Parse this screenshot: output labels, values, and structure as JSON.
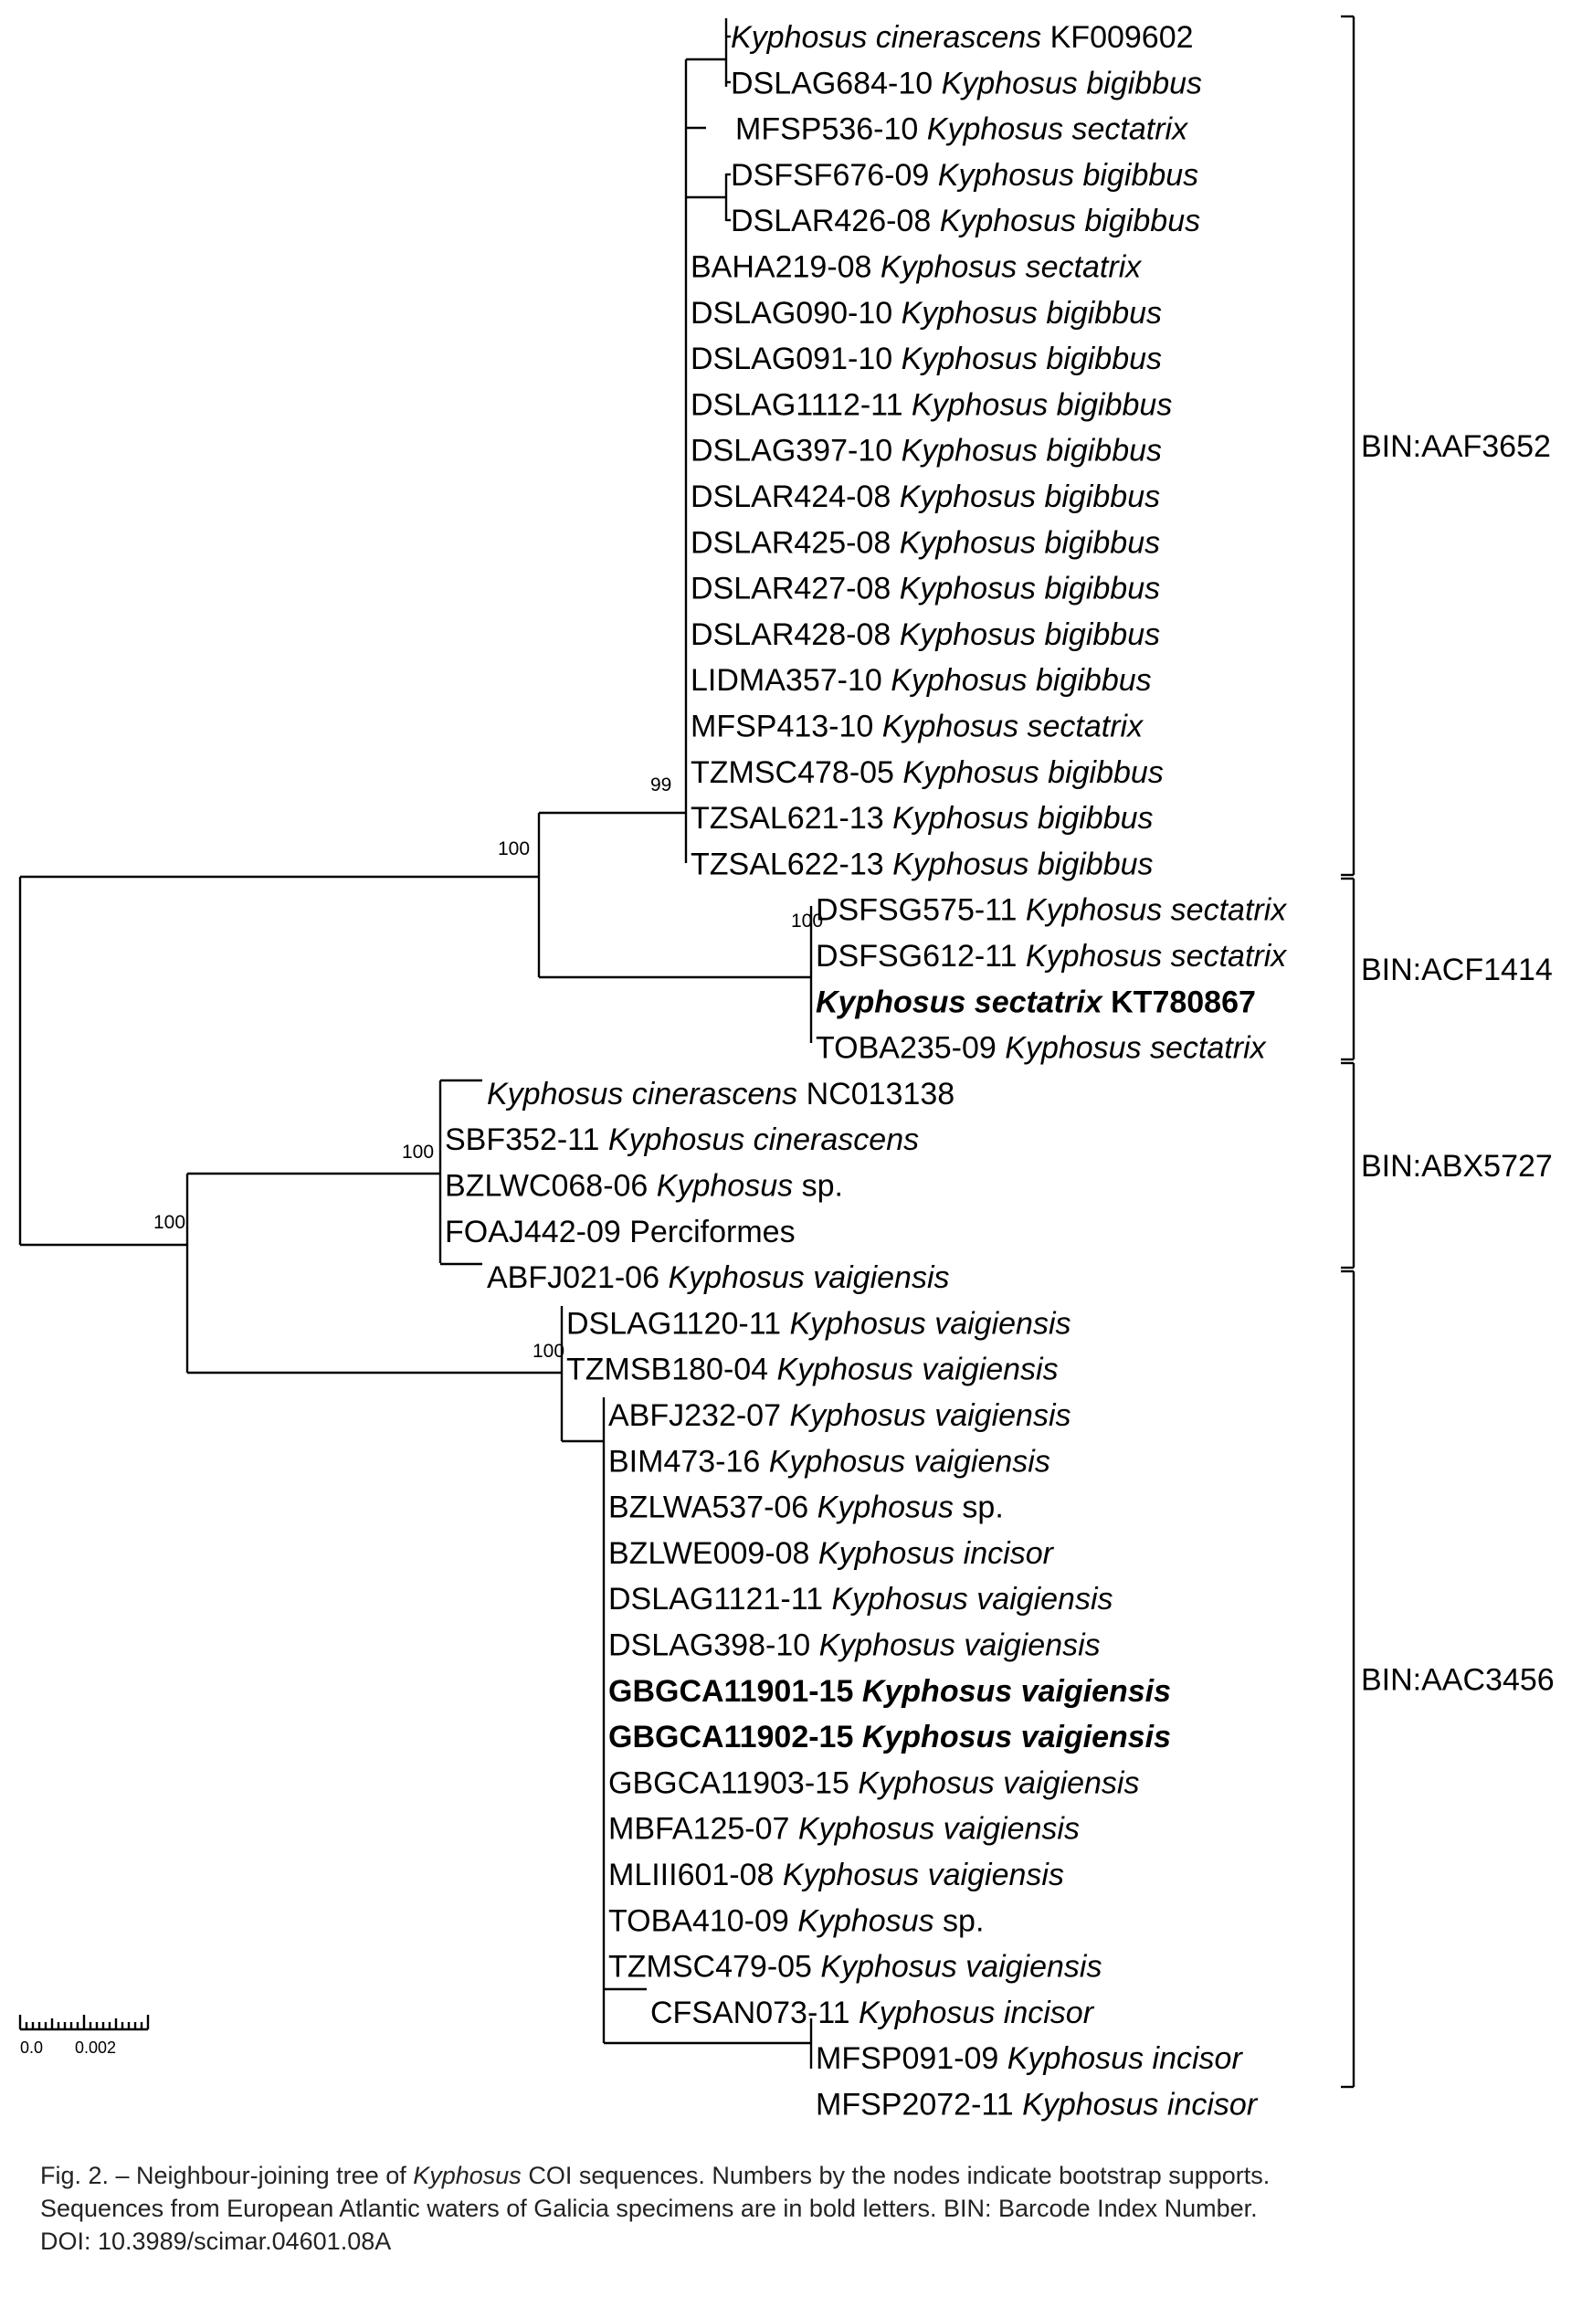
{
  "tree": {
    "leaves": [
      {
        "name": "cinKF",
        "parts": [
          {
            "t": "Kyphosus cinerascens",
            "i": true
          },
          {
            "t": " KF009602"
          }
        ]
      },
      {
        "name": "DSLAG684",
        "parts": [
          {
            "t": "DSLAG684-10 "
          },
          {
            "t": "Kyphosus bigibbus",
            "i": true
          }
        ]
      },
      {
        "name": "MFSP536",
        "parts": [
          {
            "t": "MFSP536-10 "
          },
          {
            "t": "Kyphosus sectatrix",
            "i": true
          }
        ]
      },
      {
        "name": "DSFSF676",
        "parts": [
          {
            "t": "DSFSF676-09 "
          },
          {
            "t": "Kyphosus bigibbus",
            "i": true
          }
        ]
      },
      {
        "name": "DSLAR426",
        "parts": [
          {
            "t": "DSLAR426-08 "
          },
          {
            "t": "Kyphosus bigibbus",
            "i": true
          }
        ]
      },
      {
        "name": "BAHA219",
        "parts": [
          {
            "t": "BAHA219-08 "
          },
          {
            "t": "Kyphosus sectatrix",
            "i": true
          }
        ]
      },
      {
        "name": "DSLAG090",
        "parts": [
          {
            "t": "DSLAG090-10 "
          },
          {
            "t": "Kyphosus bigibbus",
            "i": true
          }
        ]
      },
      {
        "name": "DSLAG091",
        "parts": [
          {
            "t": "DSLAG091-10 "
          },
          {
            "t": "Kyphosus bigibbus",
            "i": true
          }
        ]
      },
      {
        "name": "DSLAG1112",
        "parts": [
          {
            "t": "DSLAG1112-11 "
          },
          {
            "t": "Kyphosus bigibbus",
            "i": true
          }
        ]
      },
      {
        "name": "DSLAG397",
        "parts": [
          {
            "t": "DSLAG397-10 "
          },
          {
            "t": "Kyphosus bigibbus",
            "i": true
          }
        ]
      },
      {
        "name": "DSLAR424",
        "parts": [
          {
            "t": "DSLAR424-08 "
          },
          {
            "t": "Kyphosus bigibbus",
            "i": true
          }
        ]
      },
      {
        "name": "DSLAR425",
        "parts": [
          {
            "t": "DSLAR425-08 "
          },
          {
            "t": "Kyphosus bigibbus",
            "i": true
          }
        ]
      },
      {
        "name": "DSLAR427",
        "parts": [
          {
            "t": "DSLAR427-08 "
          },
          {
            "t": "Kyphosus bigibbus",
            "i": true
          }
        ]
      },
      {
        "name": "DSLAR428",
        "parts": [
          {
            "t": "DSLAR428-08 "
          },
          {
            "t": "Kyphosus bigibbus",
            "i": true
          }
        ]
      },
      {
        "name": "LIDMA357",
        "parts": [
          {
            "t": "LIDMA357-10 "
          },
          {
            "t": "Kyphosus bigibbus",
            "i": true
          }
        ]
      },
      {
        "name": "MFSP413",
        "parts": [
          {
            "t": "MFSP413-10 "
          },
          {
            "t": "Kyphosus sectatrix",
            "i": true
          }
        ]
      },
      {
        "name": "TZMSC478",
        "parts": [
          {
            "t": "TZMSC478-05 "
          },
          {
            "t": "Kyphosus bigibbus",
            "i": true
          }
        ]
      },
      {
        "name": "TZSAL621",
        "parts": [
          {
            "t": "TZSAL621-13 "
          },
          {
            "t": "Kyphosus bigibbus",
            "i": true
          }
        ]
      },
      {
        "name": "TZSAL622",
        "parts": [
          {
            "t": "TZSAL622-13 "
          },
          {
            "t": "Kyphosus bigibbus",
            "i": true
          }
        ]
      },
      {
        "name": "DSFSG575",
        "parts": [
          {
            "t": "DSFSG575-11 "
          },
          {
            "t": "Kyphosus sectatrix",
            "i": true
          }
        ]
      },
      {
        "name": "DSFSG612",
        "parts": [
          {
            "t": "DSFSG612-11 "
          },
          {
            "t": "Kyphosus sectatrix",
            "i": true
          }
        ]
      },
      {
        "name": "KT780867",
        "bold": true,
        "parts": [
          {
            "t": "Kyphosus sectatrix",
            "i": true
          },
          {
            "t": " KT780867"
          }
        ]
      },
      {
        "name": "TOBA235",
        "parts": [
          {
            "t": "TOBA235-09 "
          },
          {
            "t": "Kyphosus sectatrix",
            "i": true
          }
        ]
      },
      {
        "name": "cinNC",
        "parts": [
          {
            "t": "Kyphosus cinerascens",
            "i": true
          },
          {
            "t": " NC013138"
          }
        ]
      },
      {
        "name": "SBF352",
        "parts": [
          {
            "t": "SBF352-11 "
          },
          {
            "t": "Kyphosus cinerascens",
            "i": true
          }
        ]
      },
      {
        "name": "BZLWC068",
        "parts": [
          {
            "t": "BZLWC068-06 "
          },
          {
            "t": "Kyphosus",
            "i": true
          },
          {
            "t": " sp."
          }
        ]
      },
      {
        "name": "FOAJ442",
        "parts": [
          {
            "t": "FOAJ442-09 Perciformes"
          }
        ]
      },
      {
        "name": "ABFJ021",
        "parts": [
          {
            "t": "ABFJ021-06 "
          },
          {
            "t": "Kyphosus vaigiensis",
            "i": true
          }
        ]
      },
      {
        "name": "DSLAG1120",
        "parts": [
          {
            "t": "DSLAG1120-11 "
          },
          {
            "t": "Kyphosus vaigiensis",
            "i": true
          }
        ]
      },
      {
        "name": "TZMSB180",
        "parts": [
          {
            "t": "TZMSB180-04 "
          },
          {
            "t": "Kyphosus vaigiensis",
            "i": true
          }
        ]
      },
      {
        "name": "ABFJ232",
        "parts": [
          {
            "t": "ABFJ232-07 "
          },
          {
            "t": "Kyphosus vaigiensis",
            "i": true
          }
        ]
      },
      {
        "name": "BIM473",
        "parts": [
          {
            "t": "BIM473-16 "
          },
          {
            "t": "Kyphosus vaigiensis",
            "i": true
          }
        ]
      },
      {
        "name": "BZLWA537",
        "parts": [
          {
            "t": "BZLWA537-06 "
          },
          {
            "t": "Kyphosus",
            "i": true
          },
          {
            "t": " sp."
          }
        ]
      },
      {
        "name": "BZLWE009",
        "parts": [
          {
            "t": "BZLWE009-08 "
          },
          {
            "t": "Kyphosus incisor",
            "i": true
          }
        ]
      },
      {
        "name": "DSLAG1121",
        "parts": [
          {
            "t": "DSLAG1121-11 "
          },
          {
            "t": "Kyphosus vaigiensis",
            "i": true
          }
        ]
      },
      {
        "name": "DSLAG398",
        "parts": [
          {
            "t": "DSLAG398-10 "
          },
          {
            "t": "Kyphosus vaigiensis",
            "i": true
          }
        ]
      },
      {
        "name": "GBGCA11901",
        "bold": true,
        "parts": [
          {
            "t": "GBGCA11901-15 "
          },
          {
            "t": "Kyphosus vaigiensis",
            "i": true
          }
        ]
      },
      {
        "name": "GBGCA11902",
        "bold": true,
        "parts": [
          {
            "t": "GBGCA11902-15 "
          },
          {
            "t": "Kyphosus vaigiensis",
            "i": true
          }
        ]
      },
      {
        "name": "GBGCA11903",
        "parts": [
          {
            "t": "GBGCA11903-15 "
          },
          {
            "t": "Kyphosus vaigiensis",
            "i": true
          }
        ]
      },
      {
        "name": "MBFA125",
        "parts": [
          {
            "t": "MBFA125-07 "
          },
          {
            "t": "Kyphosus vaigiensis",
            "i": true
          }
        ]
      },
      {
        "name": "MLIII601",
        "parts": [
          {
            "t": "MLIII601-08 "
          },
          {
            "t": "Kyphosus vaigiensis",
            "i": true
          }
        ]
      },
      {
        "name": "TOBA410",
        "parts": [
          {
            "t": "TOBA410-09 "
          },
          {
            "t": "Kyphosus",
            "i": true
          },
          {
            "t": " sp."
          }
        ]
      },
      {
        "name": "TZMSC479",
        "parts": [
          {
            "t": "TZMSC479-05 "
          },
          {
            "t": "Kyphosus vaigiensis",
            "i": true
          }
        ]
      },
      {
        "name": "CFSAN073",
        "parts": [
          {
            "t": "CFSAN073-11 "
          },
          {
            "t": "Kyphosus incisor",
            "i": true
          }
        ]
      },
      {
        "name": "MFSP091",
        "parts": [
          {
            "t": "MFSP091-09 "
          },
          {
            "t": "Kyphosus incisor",
            "i": true
          }
        ]
      },
      {
        "name": "MFSP2072",
        "parts": [
          {
            "t": "MFSP2072-11 "
          },
          {
            "t": "Kyphosus incisor",
            "i": true
          }
        ]
      }
    ],
    "supports": [
      "100",
      "99",
      "100",
      "100",
      "100",
      "100"
    ],
    "bins": [
      "BIN:AAF3652",
      "BIN:ACF1414",
      "BIN:ABX5727",
      "BIN:AAC3456"
    ],
    "scale": {
      "left": "0.0",
      "right": "0.002"
    }
  },
  "caption": {
    "fig": "Fig. 2. – Neighbour-joining tree of ",
    "genus": "Kyphosus",
    "rest": " COI sequences. Numbers by the nodes indicate bootstrap supports.",
    "line2": "Sequences from European Atlantic waters of Galicia specimens are in bold letters. BIN: Barcode Index Number.",
    "doi": "DOI: 10.3989/scimar.04601.08A"
  }
}
